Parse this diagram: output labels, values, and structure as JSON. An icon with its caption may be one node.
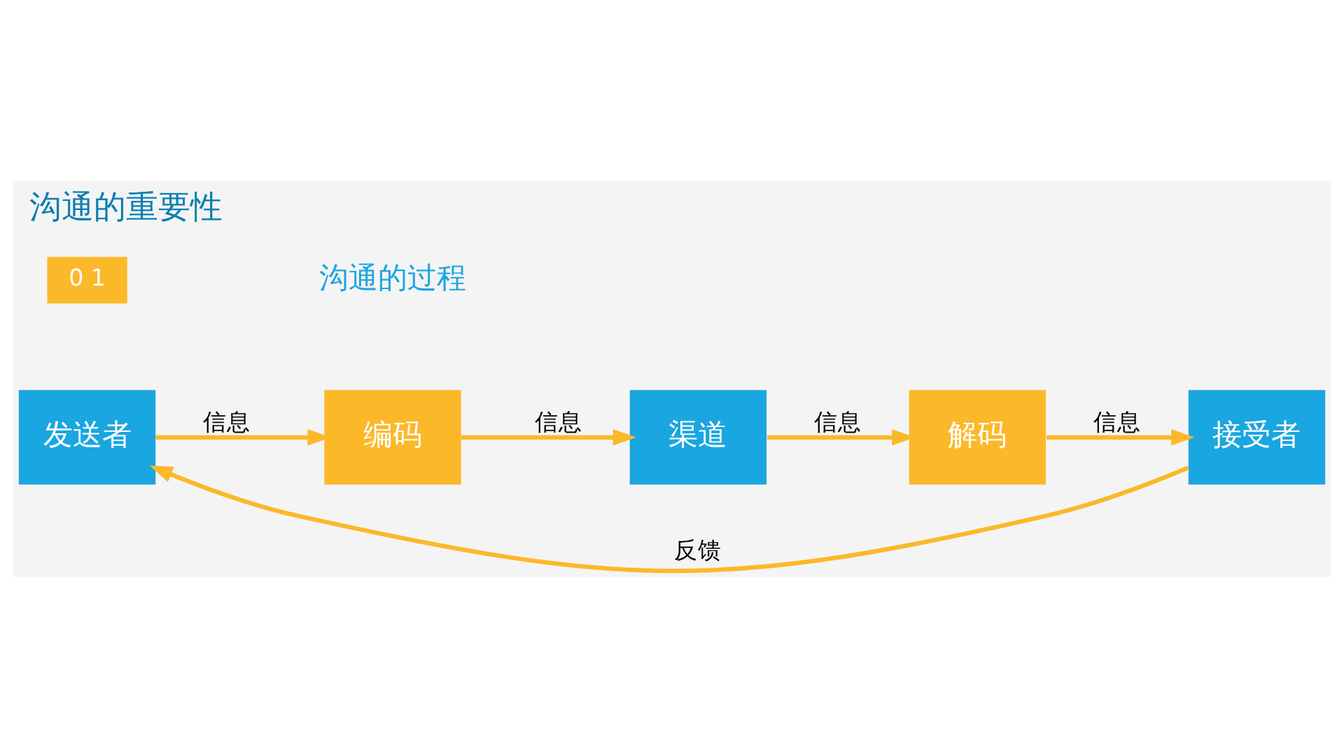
{
  "diagram": {
    "title": "沟通的重要性",
    "nodes": [
      {
        "text": [
          "发送者"
        ]
      },
      {
        "text": [
          "编码"
        ]
      },
      {
        "text": [
          "渠道"
        ]
      },
      {
        "text": [
          "解码"
        ]
      },
      {
        "text": [
          "接受者"
        ]
      }
    ],
    "edges": [
      {
        "from": 0,
        "to": 1,
        "arrow": "to",
        "label": "信息"
      },
      {
        "from": 1,
        "to": 2,
        "arrow": "to",
        "label": "信息"
      },
      {
        "from": 2,
        "to": 3,
        "arrow": "to",
        "label": "信息"
      },
      {
        "from": 3,
        "to": 4,
        "arrow": "to",
        "label": "信息"
      },
      {
        "from": 4,
        "to": 0,
        "arrow": "to",
        "label": "反馈"
      }
    ],
    "labels": [
      "0 1",
      "沟通的过程"
    ]
  }
}
